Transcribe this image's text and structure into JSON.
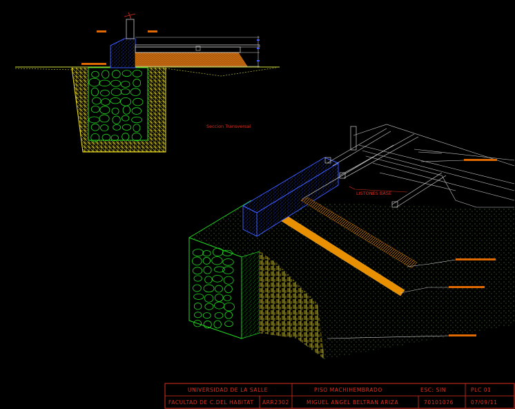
{
  "labels": {
    "section_caption": "Seccion Transversal",
    "base_strips_label": "LISTONES BASE"
  },
  "title_block": {
    "university": "UNIVERSIDAD DE LA SALLE",
    "faculty": "FACULTAD DE C.DEL HABITAT",
    "course_code": "ARR2302",
    "drawing_title": "PISO MACHIHEMBRADO",
    "scale": "ESC: SIN",
    "sheet": "PLC 01",
    "author": "MIGUEL ANGEL BELTRAN ARIZA",
    "student_code": "70101076",
    "date": "07/09/11"
  },
  "colors": {
    "background": "#000000",
    "frame": "#e03020",
    "concrete_beam": "#3a5bff",
    "stone_fill": "#22dd22",
    "hatch_yellow": "#f0e020",
    "wood_orange": "#e89000",
    "leader_orange": "#e06a00",
    "neutral_line": "#cfcfcf"
  }
}
